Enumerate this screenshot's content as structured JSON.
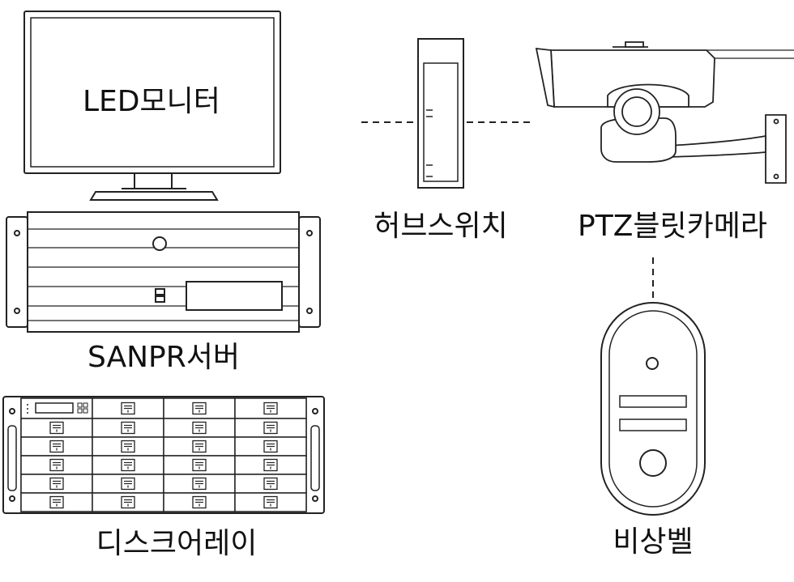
{
  "labels": {
    "monitor": "LED모니터",
    "server": "SANPR서버",
    "disk_array": "디스크어레이",
    "hub_switch": "허브스위치",
    "camera": "PTZ블릿카메라",
    "emergency_bell": "비상벨"
  },
  "colors": {
    "stroke": "#222222",
    "fill": "#ffffff",
    "text": "#111111"
  }
}
